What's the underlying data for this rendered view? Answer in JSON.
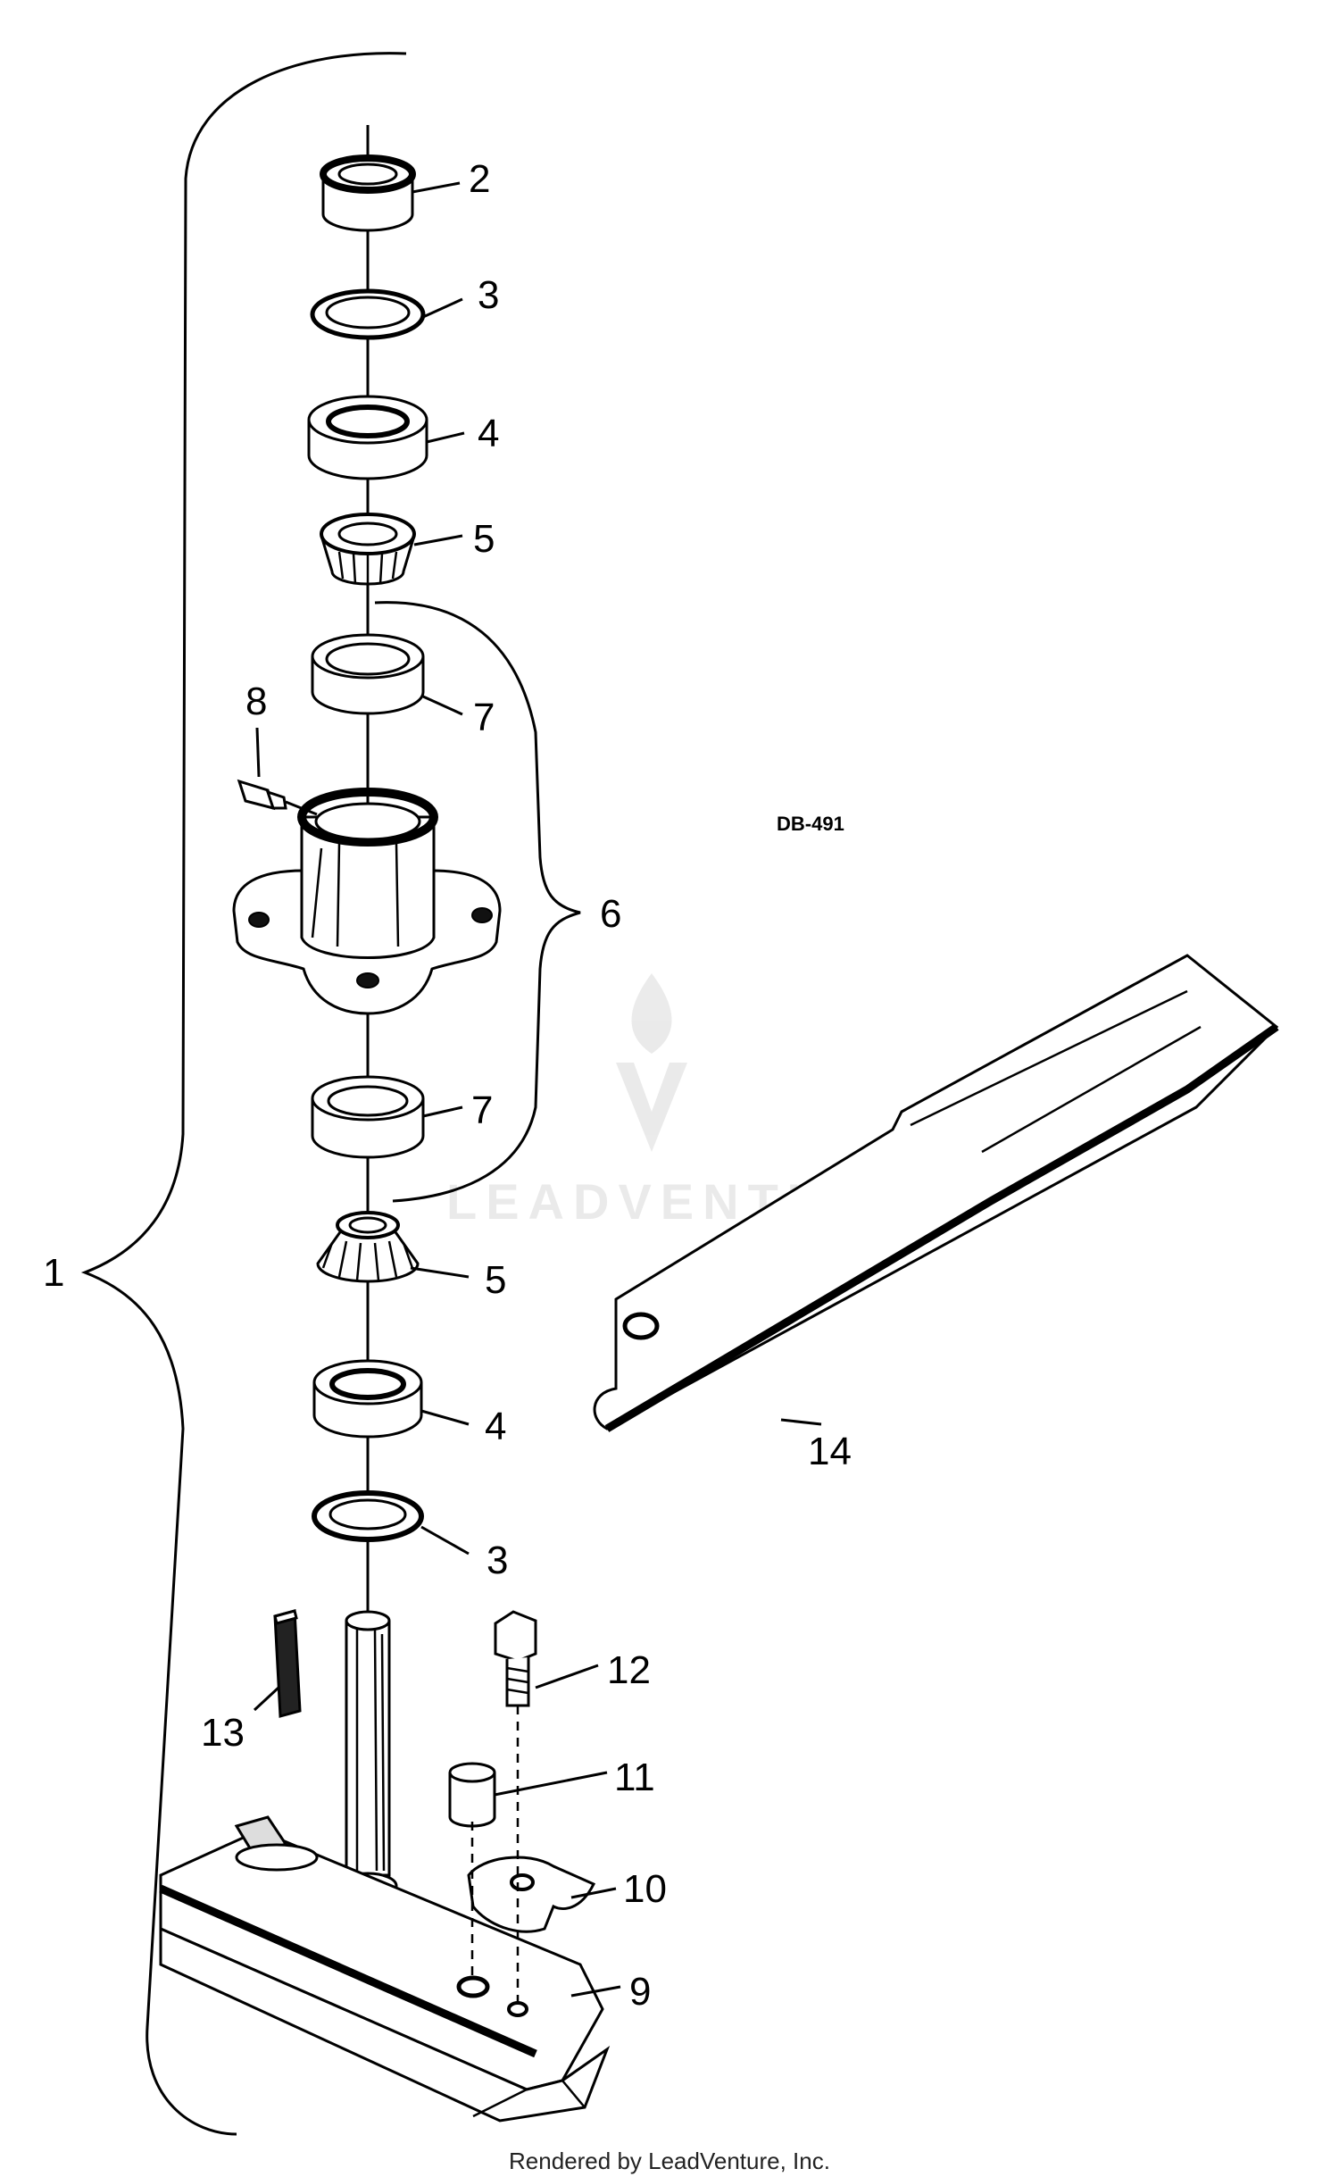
{
  "drawing_code": "DB-491",
  "watermark": "LEADVENTURE",
  "footer": "Rendered by LeadVenture, Inc.",
  "callouts": [
    {
      "id": "c1",
      "label": "1"
    },
    {
      "id": "c2",
      "label": "2"
    },
    {
      "id": "c3a",
      "label": "3"
    },
    {
      "id": "c4a",
      "label": "4"
    },
    {
      "id": "c5a",
      "label": "5"
    },
    {
      "id": "c7a",
      "label": "7"
    },
    {
      "id": "c8",
      "label": "8"
    },
    {
      "id": "c6",
      "label": "6"
    },
    {
      "id": "c7b",
      "label": "7"
    },
    {
      "id": "c5b",
      "label": "5"
    },
    {
      "id": "c4b",
      "label": "4"
    },
    {
      "id": "c3b",
      "label": "3"
    },
    {
      "id": "c14",
      "label": "14"
    },
    {
      "id": "c12",
      "label": "12"
    },
    {
      "id": "c13",
      "label": "13"
    },
    {
      "id": "c11",
      "label": "11"
    },
    {
      "id": "c10",
      "label": "10"
    },
    {
      "id": "c9",
      "label": "9"
    }
  ]
}
